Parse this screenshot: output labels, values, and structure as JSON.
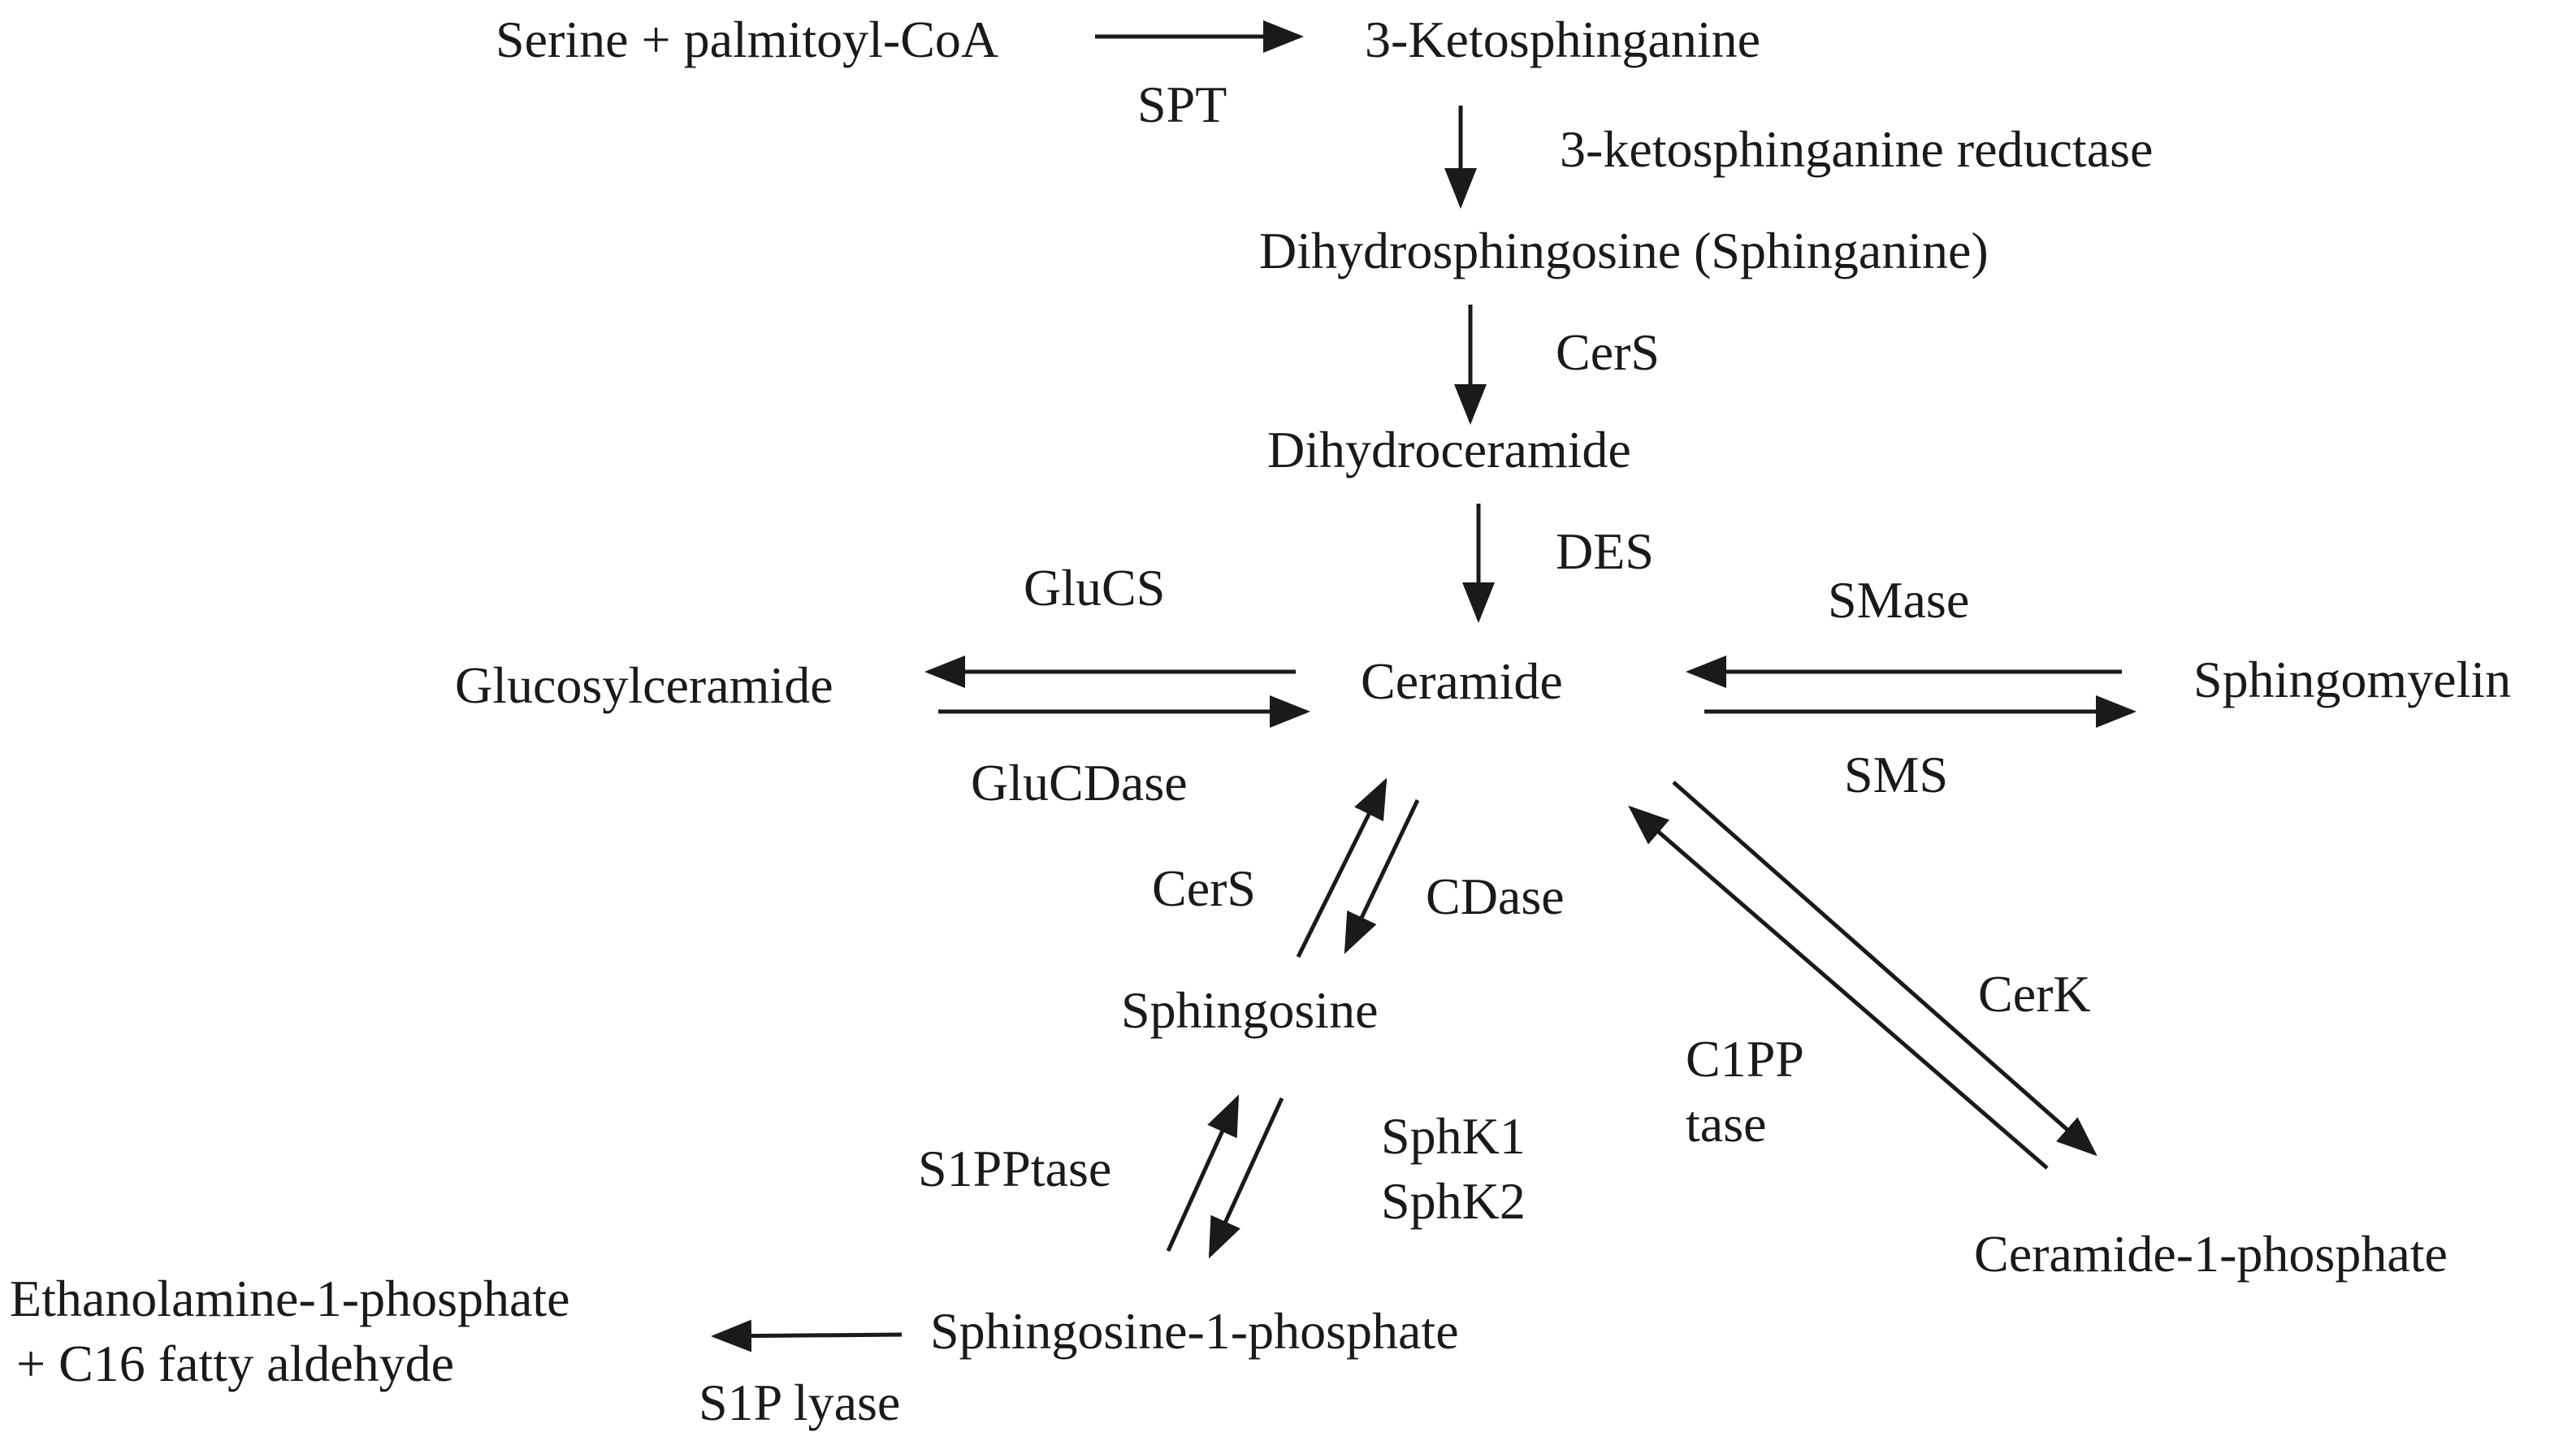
{
  "nodes": {
    "serine_palmitoyl": "Serine + palmitoyl-CoA",
    "ketosphinganine": "3-Ketosphinganine",
    "dihydrosphingosine": "Dihydrosphingosine  (Sphinganine)",
    "dihydroceramide": "Dihydroceramide",
    "ceramide": "Ceramide",
    "glucosylceramide": "Glucosylceramide",
    "sphingomyelin": "Sphingomyelin",
    "sphingosine": "Sphingosine",
    "ceramide_1_phosphate": "Ceramide-1-phosphate",
    "sphingosine_1_phosphate": "Sphingosine-1-phosphate",
    "ethanolamine_line1": "Ethanolamine-1-phosphate",
    "ethanolamine_line2": "+ C16 fatty aldehyde"
  },
  "enzymes": {
    "spt": "SPT",
    "ketosphinganine_reductase": "3-ketosphinganine reductase",
    "cers_top": "CerS",
    "des": "DES",
    "glucs": "GluCS",
    "glucdase": "GluCDase",
    "smase": "SMase",
    "sms": "SMS",
    "cers_bottom": "CerS",
    "cdase": "CDase",
    "cerk": "CerK",
    "c1pp_line1": "C1PP",
    "c1pp_line2": "tase",
    "s1pptase": "S1PPtase",
    "sphk1": "SphK1",
    "sphk2": "SphK2",
    "s1p_lyase": "S1P lyase"
  }
}
